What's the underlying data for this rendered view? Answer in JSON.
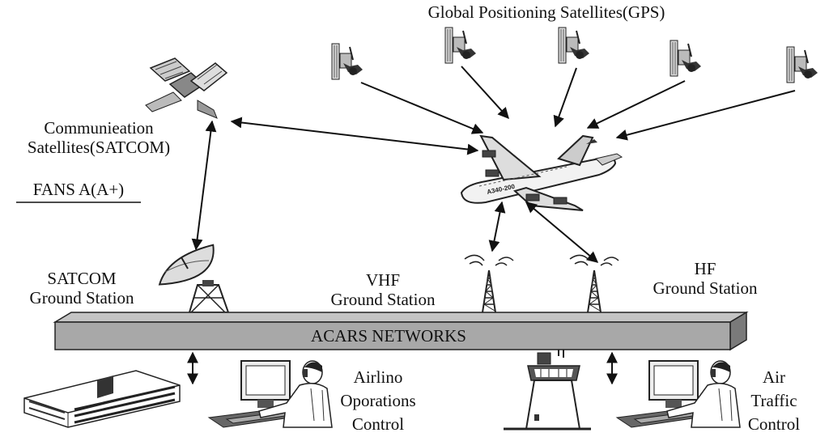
{
  "labels": {
    "gps": "Global Positioning Satellites(GPS)",
    "comm_line1": "Communieation",
    "comm_line2": "Satellites(SATCOM)",
    "fans": "FANS A(A+)",
    "satcom_line1": "SATCOM",
    "satcom_line2": "Ground Station",
    "vhf_line1": "VHF",
    "vhf_line2": "Ground Station",
    "hf_line1": "HF",
    "hf_line2": "Ground Station",
    "acars": "ACARS NETWORKS",
    "aoc_line1": "Airlino",
    "aoc_line2": "Oporations",
    "aoc_line3": "Control",
    "atc_line1": "Air",
    "atc_line2": "Traffic",
    "atc_line3": "Control",
    "aircraft_marking": "A340-200"
  },
  "icons": [
    "satellite-icon",
    "airplane-icon",
    "dish-antenna-icon",
    "radio-tower-icon",
    "building-icon",
    "computer-workstation-icon",
    "control-tower-icon"
  ],
  "colors": {
    "network_bar": "#a8a8a8",
    "network_bar_top": "#c4c4c4",
    "network_bar_side": "#7a7a7a",
    "ink": "#111111"
  }
}
